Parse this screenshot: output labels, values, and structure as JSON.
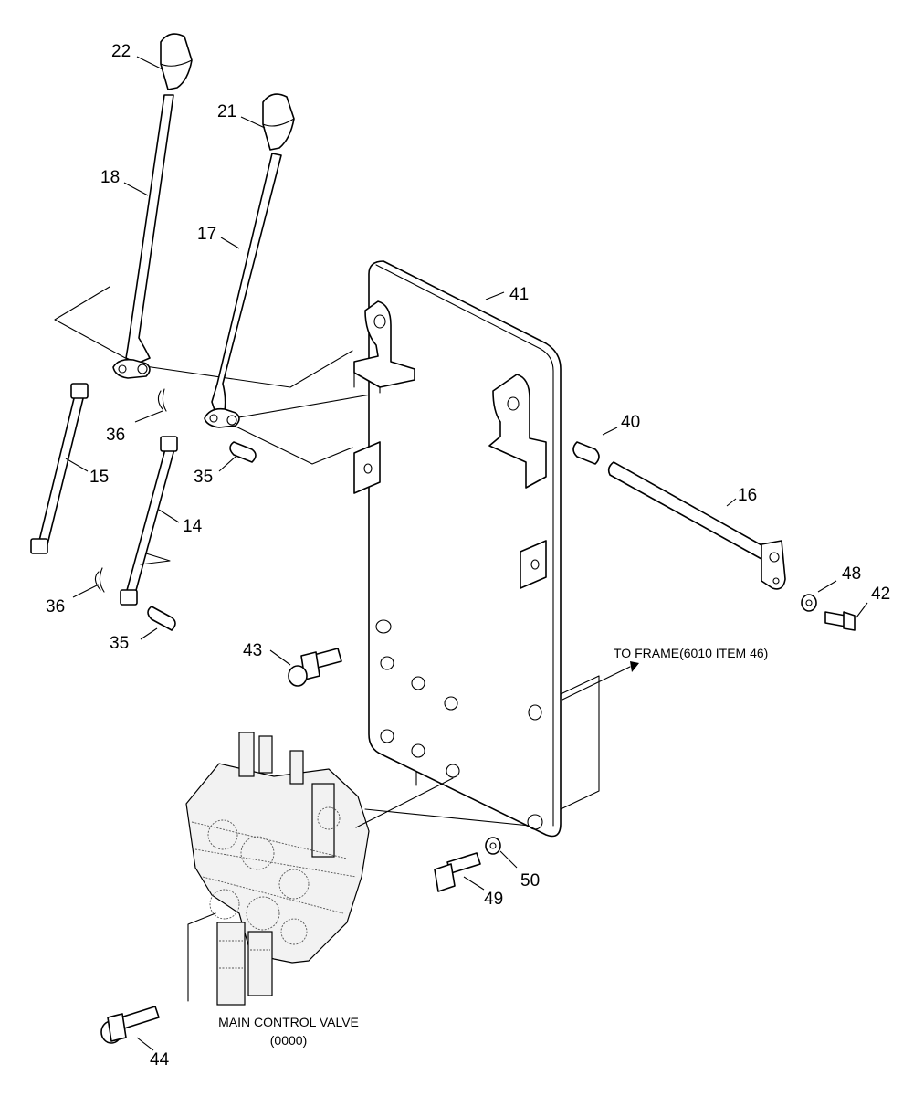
{
  "callouts": {
    "p22": "22",
    "p21": "21",
    "p18": "18",
    "p17": "17",
    "p41": "41",
    "p40": "40",
    "p16": "16",
    "p36a": "36",
    "p35a": "35",
    "p15": "15",
    "p14": "14",
    "p36b": "36",
    "p35b": "35",
    "p48": "48",
    "p42": "42",
    "p43": "43",
    "p50": "50",
    "p49": "49",
    "p44": "44"
  },
  "notes": {
    "to_frame": "TO FRAME(6010 ITEM 46)",
    "valve_name": "MAIN CONTROL VALVE",
    "valve_code": "(0000)"
  }
}
